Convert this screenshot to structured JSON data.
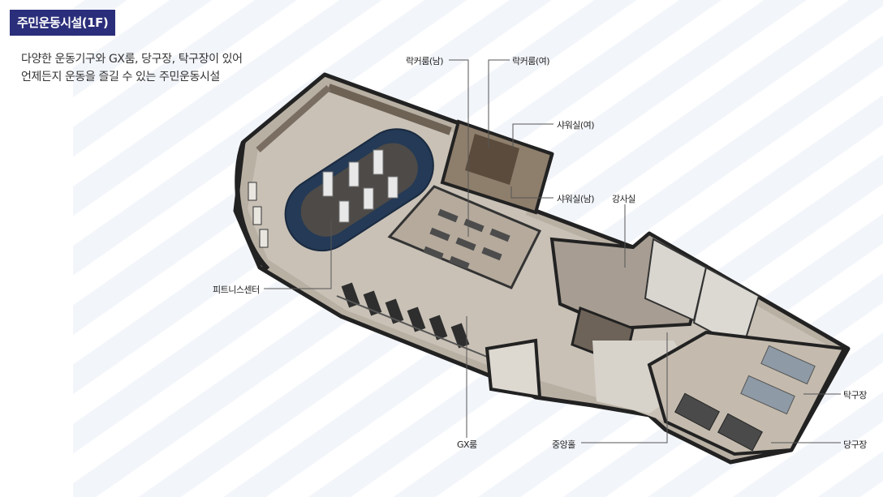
{
  "title": "주민운동시설(1F)",
  "description": [
    "다양한 운동기구와 GX룸, 당구장, 탁구장이 있어",
    "언제든지 운동을 즐길 수 있는 주민운동시설"
  ],
  "labels": {
    "locker_male": "락커룸(남)",
    "locker_female": "락커룸(여)",
    "shower_female": "샤워실(여)",
    "shower_male": "샤워실(남)",
    "instructor": "강사실",
    "fitness": "피트니스센터",
    "gx": "GX룸",
    "hall": "중앙홀",
    "table_tennis": "탁구장",
    "billiards": "당구장"
  }
}
